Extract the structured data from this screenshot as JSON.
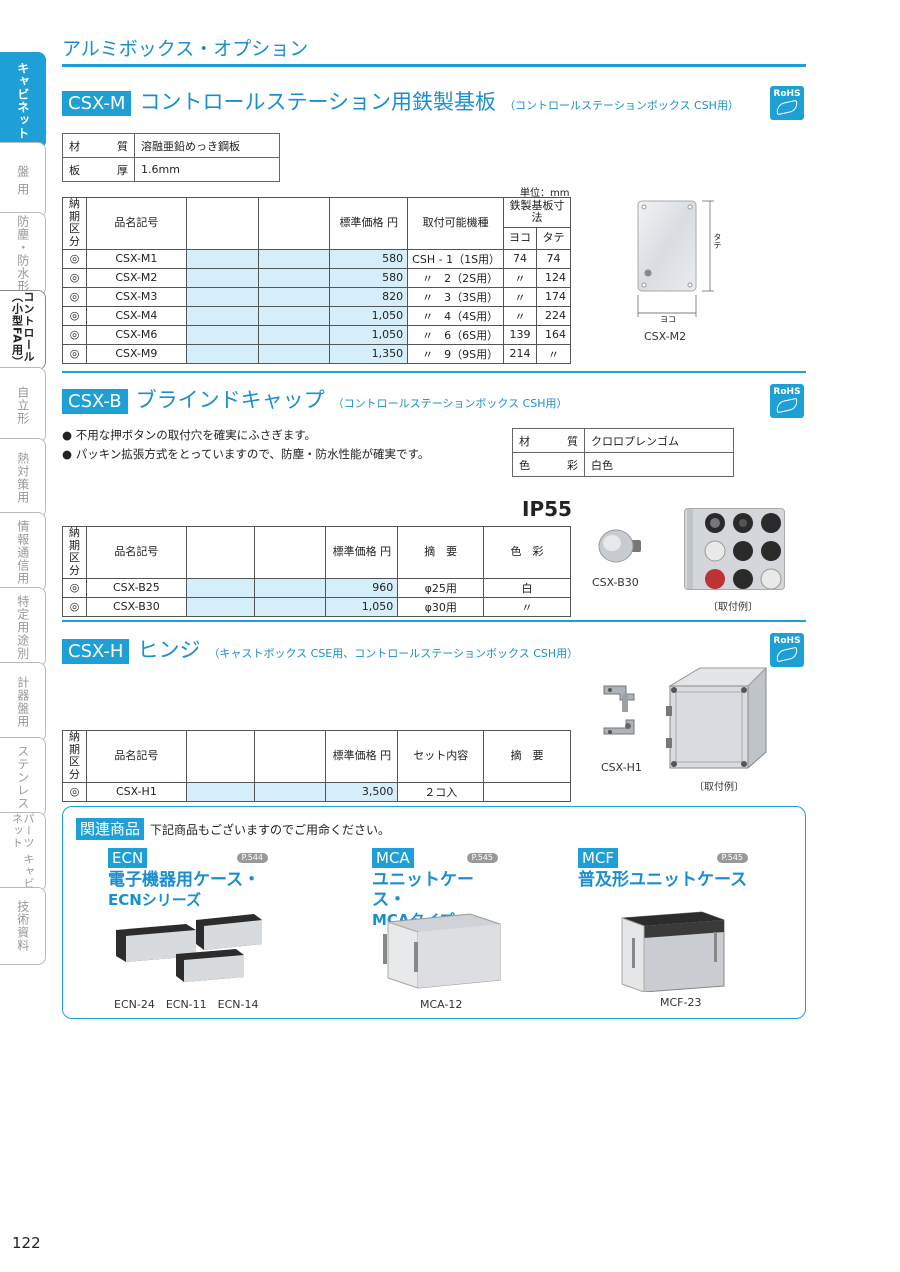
{
  "page_title": "アルミボックス・オプション",
  "page_number": "122",
  "side_tabs": [
    {
      "label": "キャビネット"
    },
    {
      "label": "盤 用"
    },
    {
      "label": "防塵・防水形"
    },
    {
      "label": "コントロール（小型FA用）"
    },
    {
      "label": "自立形"
    },
    {
      "label": "熱対策用"
    },
    {
      "label": "情報通信用"
    },
    {
      "label": "特定用途別"
    },
    {
      "label": "計器盤用"
    },
    {
      "label": "ステンレス"
    },
    {
      "label": "パーツ キャビネット"
    },
    {
      "label": "技術資料"
    }
  ],
  "rohs_label": "RoHS",
  "csx_m": {
    "code": "CSX-M",
    "name": "コントロールステーション用鉄製基板",
    "sub": "（コントロールステーションボックス CSH用）",
    "spec": [
      {
        "label": "材質",
        "value": "溶融亜鉛めっき鋼板"
      },
      {
        "label": "板厚",
        "value": "1.6mm"
      }
    ],
    "unit": "単位：mm",
    "headers": {
      "delivery": "納期\n区分",
      "part": "品名記号",
      "price": "標準価格 円",
      "models": "取付可能機種",
      "size": "鉄製基板寸法",
      "w": "ヨコ",
      "h": "タテ"
    },
    "rows": [
      {
        "mark": "◎",
        "part": "CSX-M1",
        "price": "580",
        "model": "CSH - 1（1S用）",
        "w": "74",
        "h": "74"
      },
      {
        "mark": "◎",
        "part": "CSX-M2",
        "price": "580",
        "model": "〃　2（2S用）",
        "w": "〃",
        "h": "124"
      },
      {
        "mark": "◎",
        "part": "CSX-M3",
        "price": "820",
        "model": "〃　3（3S用）",
        "w": "〃",
        "h": "174"
      },
      {
        "mark": "◎",
        "part": "CSX-M4",
        "price": "1,050",
        "model": "〃　4（4S用）",
        "w": "〃",
        "h": "224"
      },
      {
        "mark": "◎",
        "part": "CSX-M6",
        "price": "1,050",
        "model": "〃　6（6S用）",
        "w": "139",
        "h": "164"
      },
      {
        "mark": "◎",
        "part": "CSX-M9",
        "price": "1,350",
        "model": "〃　9（9S用）",
        "w": "214",
        "h": "〃"
      }
    ],
    "diagram": {
      "tate": "タテ",
      "yoko": "ヨコ",
      "caption": "CSX-M2"
    }
  },
  "csx_b": {
    "code": "CSX-B",
    "name": "ブラインドキャップ",
    "sub": "（コントロールステーションボックス CSH用）",
    "bullets": [
      "不用な押ボタンの取付穴を確実にふさぎます。",
      "パッキン拡張方式をとっていますので、防塵・防水性能が確実です。"
    ],
    "spec": [
      {
        "label": "材質",
        "value": "クロロプレンゴム"
      },
      {
        "label": "色彩",
        "value": "白色"
      }
    ],
    "ip": "IP55",
    "headers": {
      "delivery": "納期\n区分",
      "part": "品名記号",
      "price": "標準価格 円",
      "note": "摘　要",
      "color": "色　彩"
    },
    "rows": [
      {
        "mark": "◎",
        "part": "CSX-B25",
        "price": "960",
        "note": "φ25用",
        "color": "白"
      },
      {
        "mark": "◎",
        "part": "CSX-B30",
        "price": "1,050",
        "note": "φ30用",
        "color": "〃"
      }
    ],
    "photo_caption": "CSX-B30",
    "example_caption": "〔取付例〕"
  },
  "csx_h": {
    "code": "CSX-H",
    "name": "ヒンジ",
    "sub": "（キャストボックス CSE用、コントロールステーションボックス CSH用）",
    "headers": {
      "delivery": "納期\n区分",
      "part": "品名記号",
      "price": "標準価格 円",
      "set": "セット内容",
      "note": "摘　要"
    },
    "rows": [
      {
        "mark": "◎",
        "part": "CSX-H1",
        "price": "3,500",
        "set": "２コ入",
        "note": ""
      }
    ],
    "photo_caption": "CSX-H1",
    "example_caption": "〔取付例〕"
  },
  "related": {
    "label": "関連商品",
    "text": "下記商品もございますのでご用命ください。",
    "products": [
      {
        "code": "ECN",
        "page": "P.544",
        "title1": "電子機器用ケース・",
        "title2": "ECNシリーズ",
        "caption": "ECN-24　ECN-11　ECN-14"
      },
      {
        "code": "MCA",
        "page": "P.545",
        "title1": "ユニットケース・",
        "title2": "MCAタイプ",
        "caption": "MCA-12"
      },
      {
        "code": "MCF",
        "page": "P.545",
        "title1": "普及形ユニットケース",
        "title2": "",
        "caption": "MCF-23"
      }
    ]
  }
}
